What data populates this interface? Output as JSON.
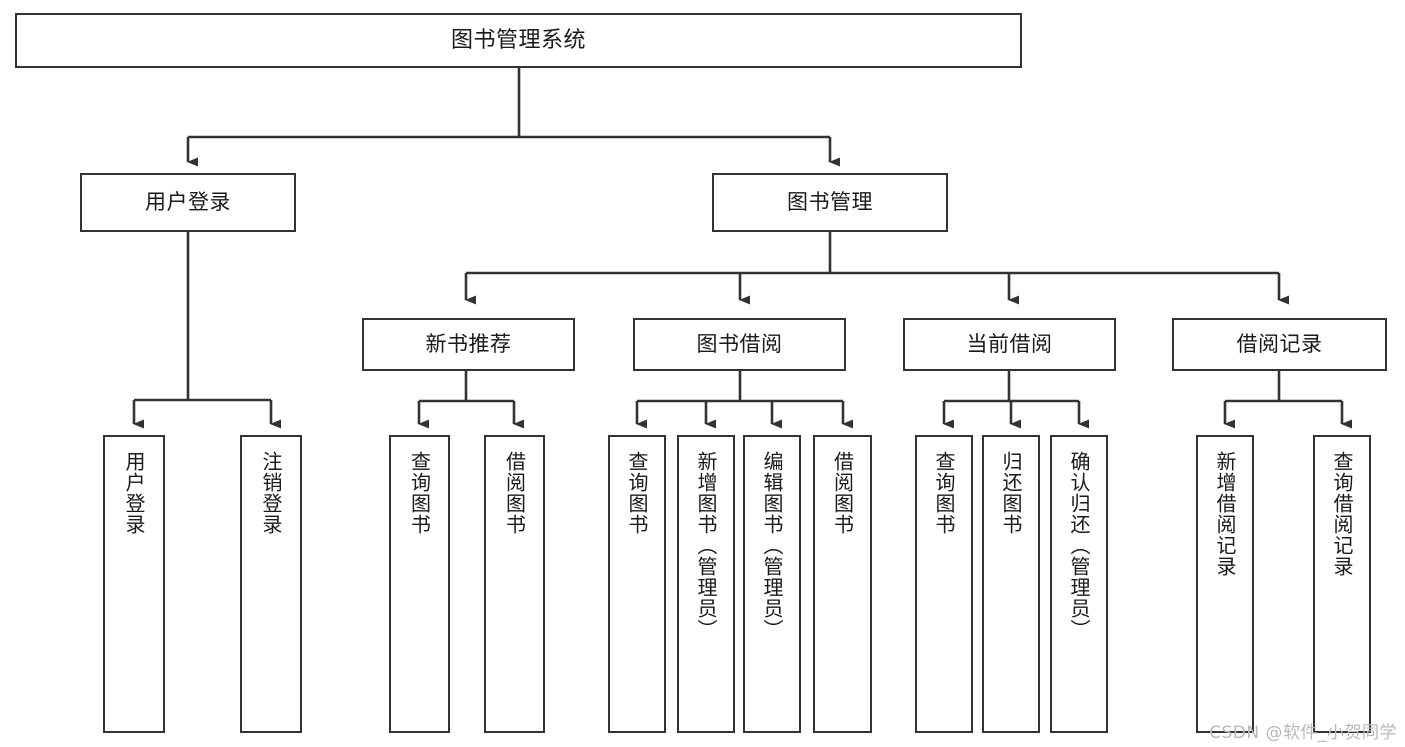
{
  "diagram": {
    "type": "tree",
    "title": "图书管理系统",
    "nodes": {
      "root": {
        "label": "图书管理系统"
      },
      "user_login": {
        "label": "用户登录"
      },
      "book_mgmt": {
        "label": "图书管理"
      },
      "new_book_rec": {
        "label": "新书推荐"
      },
      "book_borrow": {
        "label": "图书借阅"
      },
      "current_borrow": {
        "label": "当前借阅"
      },
      "borrow_record": {
        "label": "借阅记录"
      },
      "leaf_user_login": {
        "label": "用户登录"
      },
      "leaf_logout": {
        "label": "注销登录"
      },
      "leaf_q1": {
        "label": "查询图书"
      },
      "leaf_b1": {
        "label": "借阅图书"
      },
      "leaf_q2": {
        "label": "查询图书"
      },
      "leaf_add_book": {
        "label": "新增图书（管理员）"
      },
      "leaf_edit_book": {
        "label": "编辑图书（管理员）"
      },
      "leaf_b2": {
        "label": "借阅图书"
      },
      "leaf_q3": {
        "label": "查询图书"
      },
      "leaf_return": {
        "label": "归还图书"
      },
      "leaf_confirm": {
        "label": "确认归还（管理员）"
      },
      "leaf_add_rec": {
        "label": "新增借阅记录"
      },
      "leaf_query_rec": {
        "label": "查询借阅记录"
      }
    },
    "edges": [
      {
        "from": "root",
        "to": "user_login"
      },
      {
        "from": "root",
        "to": "book_mgmt"
      },
      {
        "from": "user_login",
        "to": "leaf_user_login"
      },
      {
        "from": "user_login",
        "to": "leaf_logout"
      },
      {
        "from": "book_mgmt",
        "to": "new_book_rec"
      },
      {
        "from": "book_mgmt",
        "to": "book_borrow"
      },
      {
        "from": "book_mgmt",
        "to": "current_borrow"
      },
      {
        "from": "book_mgmt",
        "to": "borrow_record"
      },
      {
        "from": "new_book_rec",
        "to": "leaf_q1"
      },
      {
        "from": "new_book_rec",
        "to": "leaf_b1"
      },
      {
        "from": "book_borrow",
        "to": "leaf_q2"
      },
      {
        "from": "book_borrow",
        "to": "leaf_add_book"
      },
      {
        "from": "book_borrow",
        "to": "leaf_edit_book"
      },
      {
        "from": "book_borrow",
        "to": "leaf_b2"
      },
      {
        "from": "current_borrow",
        "to": "leaf_q3"
      },
      {
        "from": "current_borrow",
        "to": "leaf_return"
      },
      {
        "from": "current_borrow",
        "to": "leaf_confirm"
      },
      {
        "from": "borrow_record",
        "to": "leaf_add_rec"
      },
      {
        "from": "borrow_record",
        "to": "leaf_query_rec"
      }
    ],
    "colors": {
      "stroke": "#333333",
      "fill": "#ffffff",
      "text": "#1a1a1a",
      "watermark": "#b9b9b9"
    }
  },
  "watermark": {
    "text": "CSDN @软件_小贺同学"
  }
}
